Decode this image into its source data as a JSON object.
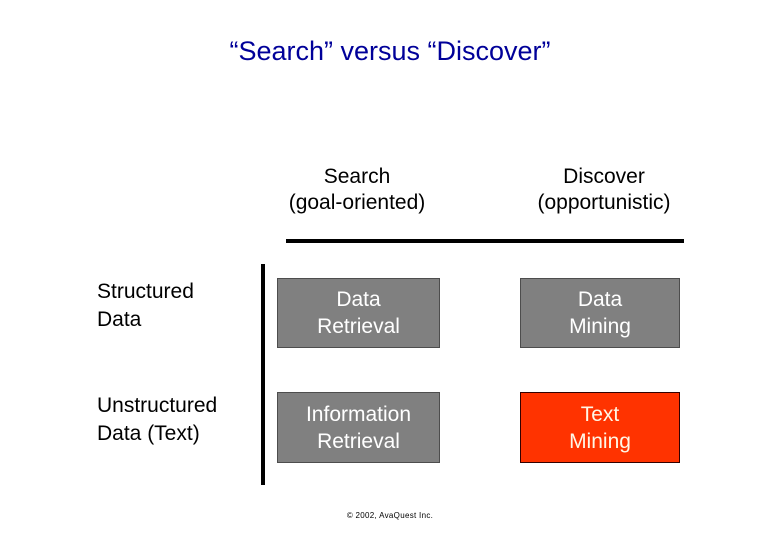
{
  "slide": {
    "title": "“Search” versus “Discover”",
    "title_color": "#000099",
    "background_color": "#ffffff",
    "footer": "© 2002, AvaQuest Inc."
  },
  "matrix": {
    "columns": [
      {
        "name": "search",
        "line1": "Search",
        "line2": "(goal-oriented)"
      },
      {
        "name": "discover",
        "line1": "Discover",
        "line2": "(opportunistic)"
      }
    ],
    "rows": [
      {
        "name": "structured",
        "line1": "Structured",
        "line2": "Data"
      },
      {
        "name": "unstructured",
        "line1": "Unstructured",
        "line2": "Data (Text)"
      }
    ],
    "cells": [
      {
        "name": "data-retrieval",
        "row": "structured",
        "column": "search",
        "line1": "Data",
        "line2": "Retrieval",
        "fill": "#808080",
        "text_color": "#ffffff"
      },
      {
        "name": "data-mining",
        "row": "structured",
        "column": "discover",
        "line1": "Data",
        "line2": "Mining",
        "fill": "#808080",
        "text_color": "#ffffff"
      },
      {
        "name": "information-retrieval",
        "row": "unstructured",
        "column": "search",
        "line1": "Information",
        "line2": "Retrieval",
        "fill": "#808080",
        "text_color": "#ffffff"
      },
      {
        "name": "text-mining",
        "row": "unstructured",
        "column": "discover",
        "line1": "Text",
        "line2": "Mining",
        "fill": "#ff3300",
        "text_color": "#fff7e6"
      }
    ]
  }
}
